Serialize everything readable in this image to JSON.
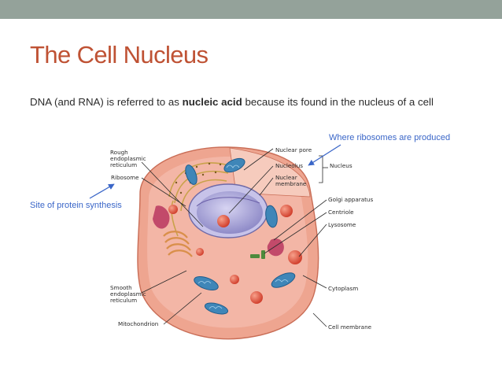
{
  "slide": {
    "title": "The Cell Nucleus",
    "body_before": "DNA (and RNA) is referred to as ",
    "body_bold": "nucleic acid",
    "body_after": " because its found in the nucleus of a cell",
    "notes": {
      "ribosome_production": "Where ribosomes are produced",
      "protein_synthesis": "Site of protein synthesis"
    },
    "diagram_labels": {
      "rough_er_1": "Rough",
      "rough_er_2": "endoplasmic",
      "rough_er_3": "reticulum",
      "ribosome": "Ribosome",
      "nuclear_pore": "Nuclear pore",
      "nucleolus": "Nucleolus",
      "nucleus": "Nucleus",
      "nuclear_membrane_1": "Nuclear",
      "nuclear_membrane_2": "membrane",
      "golgi": "Golgi apparatus",
      "centriole": "Centriole",
      "lysosome": "Lysosome",
      "smooth_er_1": "Smooth",
      "smooth_er_2": "endoplasmic",
      "smooth_er_3": "reticulum",
      "mitochondrion": "Mitochondrion",
      "cytoplasm": "Cytoplasm",
      "cell_membrane": "Cell membrane"
    }
  },
  "colors": {
    "top_bar": "#94a29a",
    "title": "#bf5234",
    "note": "#3a66c8",
    "cell_body": "#eea590",
    "cytoplasm": "#f3b6a6",
    "nucleus": "#a9a6d8",
    "mitochondrion": "#3f86b8",
    "lysosome": "#e0533e",
    "golgi": "#d98f4a"
  }
}
